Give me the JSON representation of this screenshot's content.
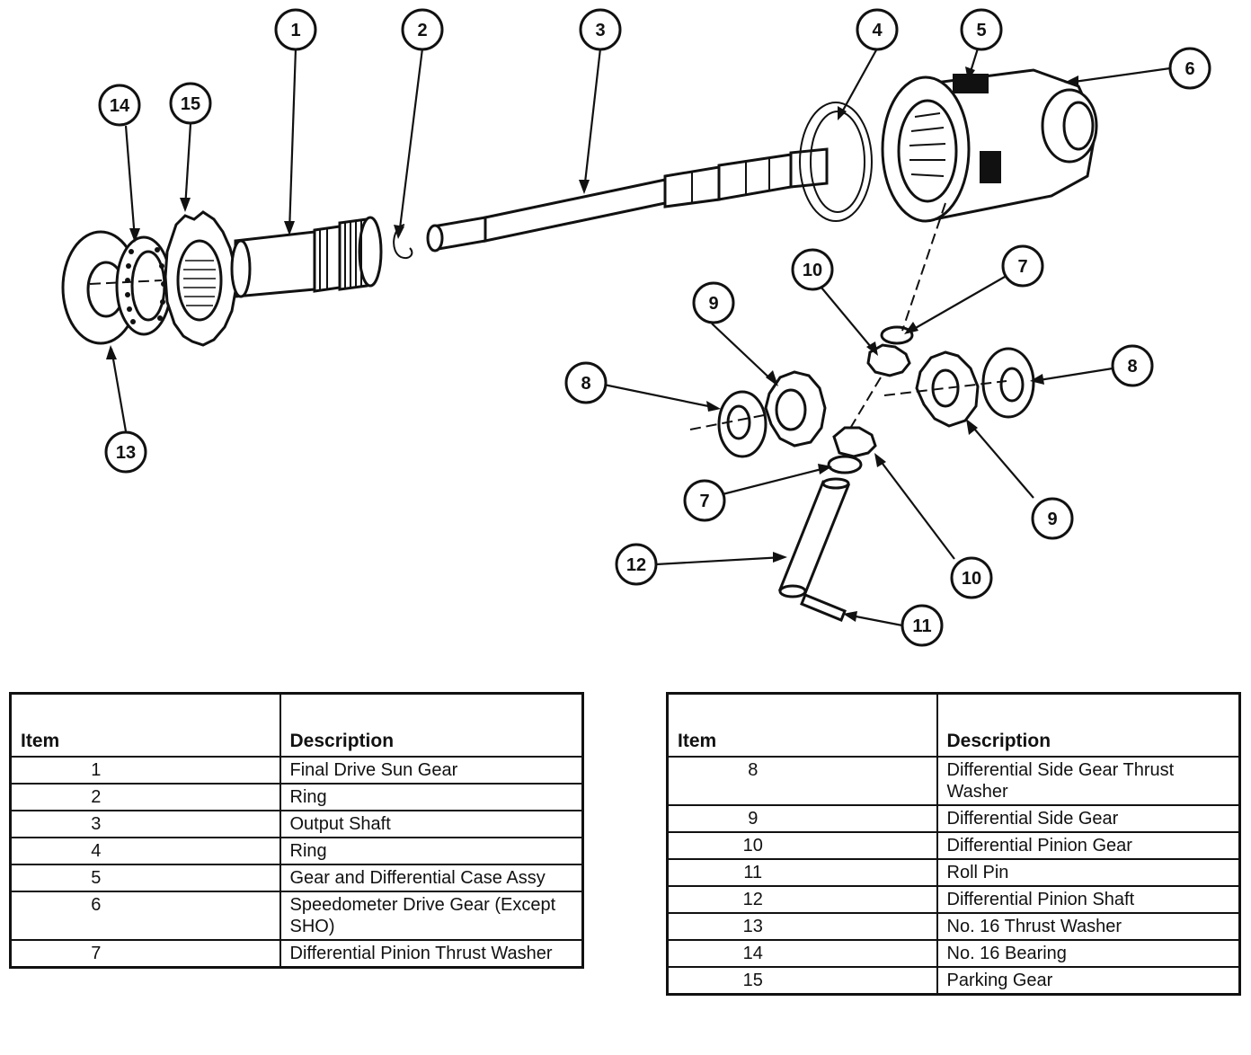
{
  "callouts": [
    "1",
    "2",
    "3",
    "4",
    "5",
    "6",
    "7",
    "8",
    "9",
    "10",
    "11",
    "12",
    "13",
    "14",
    "15"
  ],
  "legend_left": {
    "header_item": "Item",
    "header_description": "Description",
    "rows": [
      {
        "item": "1",
        "description": "Final Drive Sun Gear"
      },
      {
        "item": "2",
        "description": "Ring"
      },
      {
        "item": "3",
        "description": "Output Shaft"
      },
      {
        "item": "4",
        "description": "Ring"
      },
      {
        "item": "5",
        "description": "Gear and Differential Case Assy"
      },
      {
        "item": "6",
        "description": "Speedometer Drive Gear (Except SHO)"
      },
      {
        "item": "7",
        "description": "Differential Pinion Thrust Washer"
      }
    ]
  },
  "legend_right": {
    "header_item": "Item",
    "header_description": "Description",
    "rows": [
      {
        "item": "8",
        "description": "Differential Side Gear Thrust Washer"
      },
      {
        "item": "9",
        "description": "Differential Side Gear"
      },
      {
        "item": "10",
        "description": "Differential Pinion Gear"
      },
      {
        "item": "11",
        "description": "Roll Pin"
      },
      {
        "item": "12",
        "description": "Differential Pinion Shaft"
      },
      {
        "item": "13",
        "description": "No. 16 Thrust Washer"
      },
      {
        "item": "14",
        "description": "No. 16 Bearing"
      },
      {
        "item": "15",
        "description": "Parking Gear"
      }
    ]
  }
}
